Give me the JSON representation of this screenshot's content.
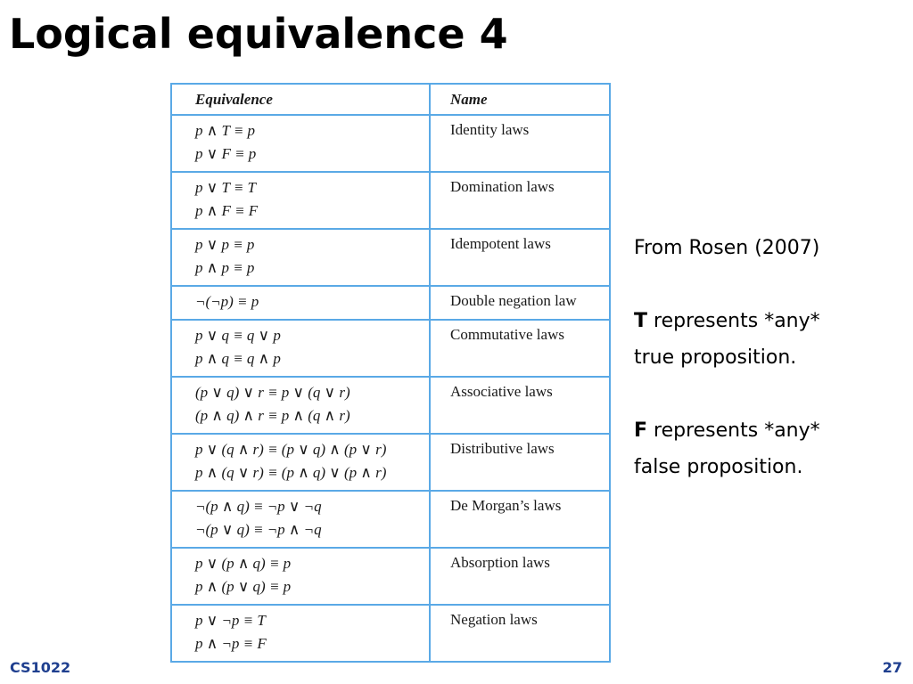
{
  "slide": {
    "title": "Logical equivalence 4",
    "footer_course": "CS1022",
    "page_number": "27"
  },
  "table": {
    "headers": {
      "equivalence": "Equivalence",
      "name": "Name"
    },
    "rows": [
      {
        "name": "Identity laws",
        "equivalences": [
          "p ∧ T ≡ p",
          "p ∨ F ≡ p"
        ]
      },
      {
        "name": "Domination laws",
        "equivalences": [
          "p ∨ T ≡ T",
          "p ∧ F ≡ F"
        ]
      },
      {
        "name": "Idempotent laws",
        "equivalences": [
          "p ∨ p ≡ p",
          "p ∧ p ≡ p"
        ]
      },
      {
        "name": "Double negation law",
        "equivalences": [
          "¬(¬p) ≡ p"
        ]
      },
      {
        "name": "Commutative laws",
        "equivalences": [
          "p ∨ q ≡ q ∨ p",
          "p ∧ q ≡ q ∧ p"
        ]
      },
      {
        "name": "Associative laws",
        "equivalences": [
          "(p ∨ q) ∨ r ≡ p ∨ (q ∨ r)",
          "(p ∧ q) ∧ r ≡ p ∧ (q ∧ r)"
        ]
      },
      {
        "name": "Distributive laws",
        "equivalences": [
          "p ∨ (q ∧ r) ≡ (p ∨ q) ∧ (p ∨ r)",
          "p ∧ (q ∨ r) ≡ (p ∧ q) ∨ (p ∧ r)"
        ]
      },
      {
        "name": "De Morgan’s laws",
        "equivalences": [
          "¬(p ∧ q) ≡ ¬p ∨ ¬q",
          "¬(p ∨ q) ≡ ¬p ∧ ¬q"
        ]
      },
      {
        "name": "Absorption laws",
        "equivalences": [
          "p ∨ (p ∧ q) ≡ p",
          "p ∧ (p ∨ q) ≡ p"
        ]
      },
      {
        "name": "Negation laws",
        "equivalences": [
          "p ∨ ¬p ≡ T",
          "p ∧ ¬p ≡ F"
        ]
      }
    ]
  },
  "notes": {
    "source": "From Rosen (2007)",
    "t_symbol": "T",
    "t_text_1": " represents *any*",
    "t_text_2": "true proposition.",
    "f_symbol": "F",
    "f_text_1": " represents *any*",
    "f_text_2": "false proposition."
  },
  "colors": {
    "table_border": "#5aa9e6",
    "footer_text": "#1f3f8f"
  }
}
